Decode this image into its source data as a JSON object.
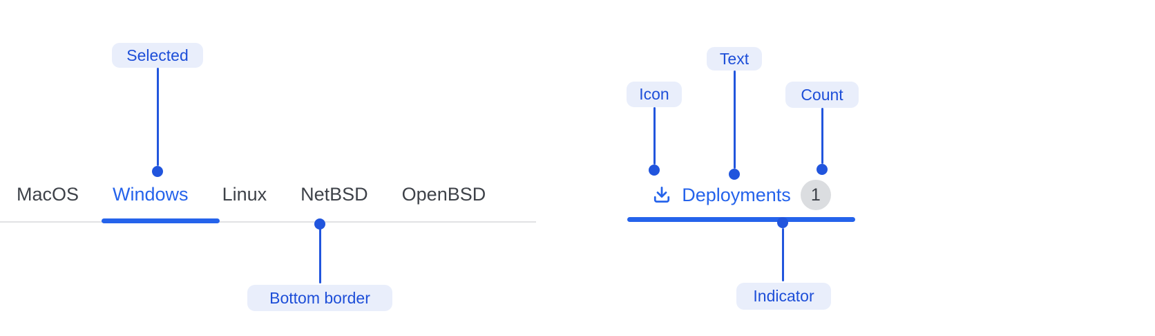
{
  "colors": {
    "accent_blue": "#2563eb",
    "callout_text_blue": "#1d4ed8",
    "callout_line_blue": "#2155dd",
    "callout_bg": "#e9eefb",
    "tab_text_gray": "#3e4249",
    "border_gray": "#e1e2e4",
    "badge_bg": "#dbdde0",
    "badge_text": "#3a3e45",
    "background": "#ffffff"
  },
  "os_tabs": {
    "selected": "Windows",
    "items": [
      {
        "label": "MacOS"
      },
      {
        "label": "Windows"
      },
      {
        "label": "Linux"
      },
      {
        "label": "NetBSD"
      },
      {
        "label": "OpenBSD"
      }
    ]
  },
  "deployments_tab": {
    "icon": "download-icon",
    "label": "Deployments",
    "count": "1"
  },
  "callouts": {
    "selected": {
      "label": "Selected"
    },
    "bottom_border": {
      "label": "Bottom border"
    },
    "icon": {
      "label": "Icon"
    },
    "text": {
      "label": "Text"
    },
    "count": {
      "label": "Count"
    },
    "indicator": {
      "label": "Indicator"
    }
  }
}
